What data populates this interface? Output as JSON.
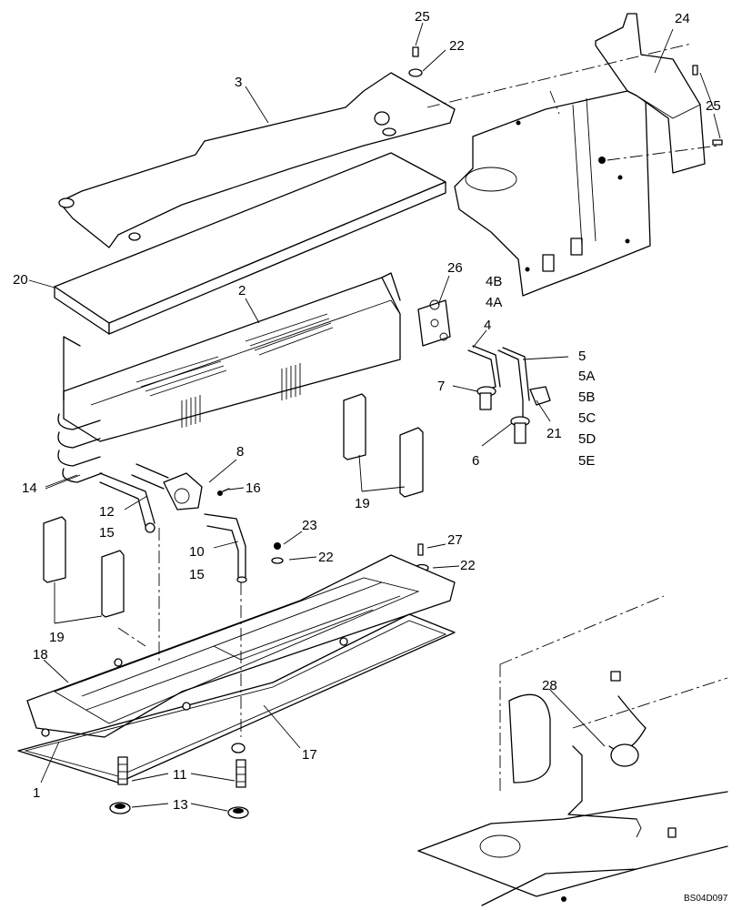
{
  "diagram": {
    "code": "BS04D097",
    "callouts": [
      "25",
      "22",
      "3",
      "24",
      "25",
      "20",
      "2",
      "26",
      "4B",
      "4A",
      "4",
      "5",
      "5A",
      "5B",
      "5C",
      "5D",
      "5E",
      "7",
      "21",
      "6",
      "8",
      "14",
      "16",
      "12",
      "15",
      "19",
      "23",
      "22",
      "27",
      "22",
      "10",
      "15",
      "19",
      "18",
      "28",
      "17",
      "1",
      "11",
      "13"
    ]
  }
}
